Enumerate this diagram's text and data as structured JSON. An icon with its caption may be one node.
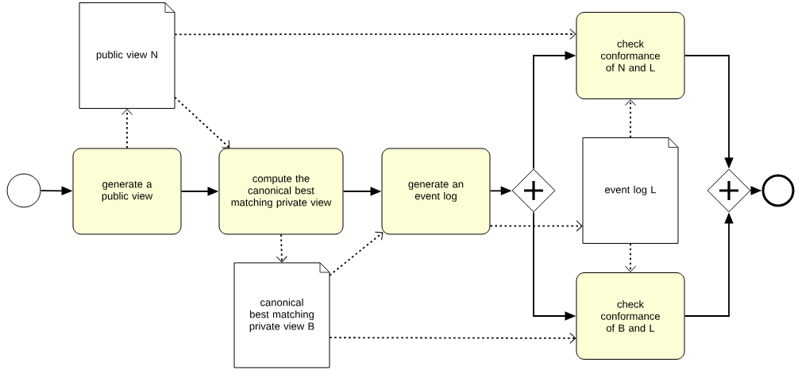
{
  "diagram": {
    "nodes": [
      {
        "text": [],
        "shape": "circle"
      },
      {
        "text": [
          "generate a public view"
        ]
      },
      {
        "text": [
          "public view N"
        ]
      },
      {
        "text": [
          "compute the canonical best matching private view"
        ]
      },
      {
        "text": [
          "canonical best matching private view B"
        ]
      },
      {
        "text": [
          "generate an event log"
        ]
      },
      {
        "text": [],
        "shape": "diamond"
      },
      {
        "text": [
          "check conformance of N and L"
        ]
      },
      {
        "text": [
          "event log L"
        ]
      },
      {
        "text": [
          "check conformance of B and L"
        ]
      },
      {
        "text": [],
        "shape": "diamond"
      },
      {
        "text": [],
        "shape": "circle"
      }
    ],
    "edges": [
      {
        "from": 0,
        "to": 1,
        "arrow": "to"
      },
      {
        "from": 1,
        "to": 2,
        "arrow": "to",
        "style": "dashed"
      },
      {
        "from": 1,
        "to": 3,
        "arrow": "to"
      },
      {
        "from": 2,
        "to": 3,
        "arrow": "to",
        "style": "dashed"
      },
      {
        "from": 2,
        "to": 7,
        "arrow": "to",
        "style": "dashed"
      },
      {
        "from": 3,
        "to": 4,
        "arrow": "to",
        "style": "dashed"
      },
      {
        "from": 3,
        "to": 5,
        "arrow": "to"
      },
      {
        "from": 4,
        "to": 5,
        "arrow": "to",
        "style": "dashed"
      },
      {
        "from": 4,
        "to": 9,
        "arrow": "to",
        "style": "dashed"
      },
      {
        "from": 5,
        "to": 6,
        "arrow": "to"
      },
      {
        "from": 5,
        "to": 8,
        "arrow": "to",
        "style": "dashed"
      },
      {
        "from": 6,
        "to": 7,
        "arrow": "to"
      },
      {
        "from": 6,
        "to": 9,
        "arrow": "to"
      },
      {
        "from": 7,
        "to": 10,
        "arrow": "to"
      },
      {
        "from": 8,
        "to": 7,
        "arrow": "to",
        "style": "dashed"
      },
      {
        "from": 8,
        "to": 9,
        "arrow": "to",
        "style": "dashed"
      },
      {
        "from": 9,
        "to": 10,
        "arrow": "to"
      },
      {
        "from": 10,
        "to": 11,
        "arrow": "to"
      }
    ]
  }
}
